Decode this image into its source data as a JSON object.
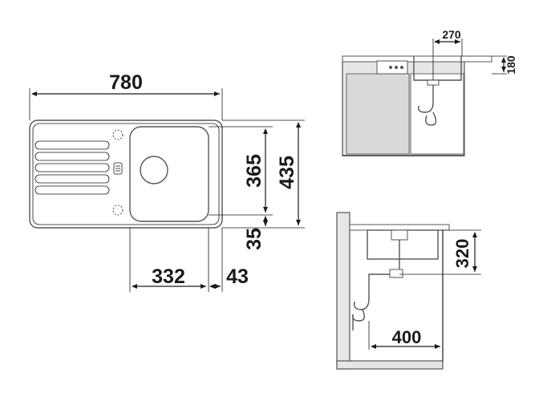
{
  "plan_view": {
    "width_label": "780",
    "bowl_length_label": "365",
    "overall_depth_label": "435",
    "front_offset_label": "35",
    "bowl_width_label": "332",
    "bowl_edge_offset_label": "43"
  },
  "side_view_top": {
    "drain_offset_label": "270",
    "height_label": "180"
  },
  "side_view_bottom": {
    "bowl_depth_label": "320",
    "trap_depth_label": "400"
  }
}
